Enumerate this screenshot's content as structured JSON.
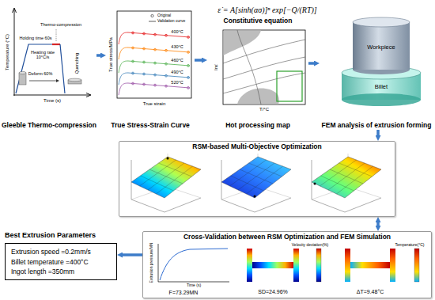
{
  "diagram": {
    "nodes": [
      {
        "text": [
          "Gleeble Thermo-compression"
        ]
      },
      {
        "text": [
          "True Stress-Strain Curve"
        ]
      },
      {
        "text": [
          "Constitutive equation",
          "Hot processing map"
        ]
      },
      {
        "text": [
          "FEM analysis of extrusion forming"
        ]
      },
      {
        "text": [
          "RSM-based Multi-Objective Optimization"
        ]
      },
      {
        "text": [
          "Cross-Validation between RSM Optimization and FEM Simulation"
        ]
      },
      {
        "text": [
          "Best Extrusion Parameters",
          "Extrusion speed =0.2mm/s",
          "Billet temperature =400°C",
          "Ingot length =350mm"
        ]
      }
    ],
    "edges": [
      {
        "from": 0,
        "to": 1,
        "arrow": "to"
      },
      {
        "from": 1,
        "to": 2,
        "arrow": "to"
      },
      {
        "from": 2,
        "to": 3,
        "arrow": "to"
      },
      {
        "from": 3,
        "to": 4,
        "arrow": "to"
      },
      {
        "from": 4,
        "to": 5,
        "arrow": "both"
      },
      {
        "from": 5,
        "to": 6,
        "arrow": "to"
      }
    ],
    "labels": [
      "ε̇ = A[sinh(ασ)]ⁿ exp[−Q/(RT)]",
      "Temperature (°C)",
      "Time (s)",
      "Heating rate 10°C/s",
      "Holding time 60s",
      "Thermo-compression",
      "Deform 60%",
      "Quenching",
      "True stress/MPa",
      "True strain",
      "400°C",
      "430°C",
      "460°C",
      "490°C",
      "520°C",
      "lnε̇",
      "T/°C",
      "Workpiece",
      "Billet",
      "Extrusion pressure/MN",
      "Time (s)",
      "F=73.29MN",
      "Velocity deviation(%)",
      "SD=24.96%",
      "Temperature(°C)",
      "ΔT=9.48°C"
    ],
    "legend": [
      {
        "text": "Original"
      },
      {
        "text": "Validation curve"
      }
    ]
  }
}
